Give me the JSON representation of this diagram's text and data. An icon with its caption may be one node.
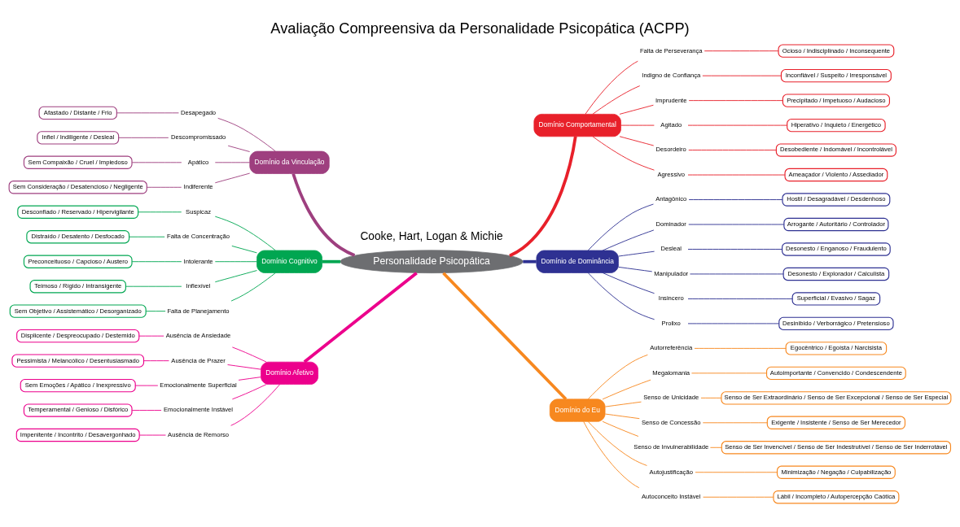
{
  "diagram": {
    "title": "Avaliação Compreensiva da Personalidade Psicopática (ACPP)",
    "nodes": [
      {
        "text": [
          "Personalidade Psicopática"
        ]
      },
      {
        "text": [
          "Domínio da Vinculação"
        ]
      },
      {
        "text": [
          "Desapegado"
        ]
      },
      {
        "text": [
          "Afastado / Distante / Frio"
        ]
      },
      {
        "text": [
          "Descompromissado"
        ]
      },
      {
        "text": [
          "Infiel / Indiligente / Desleal"
        ]
      },
      {
        "text": [
          "Apático"
        ]
      },
      {
        "text": [
          "Sem Compaixão / Cruel / Impiedoso"
        ]
      },
      {
        "text": [
          "Indiferente"
        ]
      },
      {
        "text": [
          "Sem Consideração / Desatencioso / Negligente"
        ]
      },
      {
        "text": [
          "Domínio Comportamental"
        ]
      },
      {
        "text": [
          "Falta de Perseverança"
        ]
      },
      {
        "text": [
          "Ocioso / Indisciplinado / Inconsequente"
        ]
      },
      {
        "text": [
          "Indigno de Confiança"
        ]
      },
      {
        "text": [
          "Inconfiável / Suspeito / Irresponsável"
        ]
      },
      {
        "text": [
          "Imprudente"
        ]
      },
      {
        "text": [
          "Precipitado / Impetuoso / Audacioso"
        ]
      },
      {
        "text": [
          "Agitado"
        ]
      },
      {
        "text": [
          "Hiperativo / Inquieto / Energético"
        ]
      },
      {
        "text": [
          "Desordeiro"
        ]
      },
      {
        "text": [
          "Desobediente / Indomável / Incontrolável"
        ]
      },
      {
        "text": [
          "Agressivo"
        ]
      },
      {
        "text": [
          "Ameaçador / Violento / Assediador"
        ]
      },
      {
        "text": [
          "Domínio Cognitivo"
        ]
      },
      {
        "text": [
          "Suspicaz"
        ]
      },
      {
        "text": [
          "Desconfiado / Reservado / Hipervigilante"
        ]
      },
      {
        "text": [
          "Falta de Concentração"
        ]
      },
      {
        "text": [
          "Distraído / Desatento / Desfocado"
        ]
      },
      {
        "text": [
          "Intolerante"
        ]
      },
      {
        "text": [
          "Preconceituoso / Capcioso / Austero"
        ]
      },
      {
        "text": [
          "Inflexível"
        ]
      },
      {
        "text": [
          "Teimoso / Rígido / Intransigente"
        ]
      },
      {
        "text": [
          "Falta de Planejamento"
        ]
      },
      {
        "text": [
          "Sem Objetivo / Assistemático / Desorganizado"
        ]
      },
      {
        "text": [
          "Domínio de Dominância"
        ]
      },
      {
        "text": [
          "Antagônico"
        ]
      },
      {
        "text": [
          "Hostil / Desagradável / Desdenhoso"
        ]
      },
      {
        "text": [
          "Dominador"
        ]
      },
      {
        "text": [
          "Arrogante / Autoritário / Controlador"
        ]
      },
      {
        "text": [
          "Desleal"
        ]
      },
      {
        "text": [
          "Desonesto / Enganoso / Fraudulento"
        ]
      },
      {
        "text": [
          "Manipulador"
        ]
      },
      {
        "text": [
          "Desonesto / Explorador / Calculista"
        ]
      },
      {
        "text": [
          "Insincero"
        ]
      },
      {
        "text": [
          "Superficial / Evasivo / Sagaz"
        ]
      },
      {
        "text": [
          "Prolixo"
        ]
      },
      {
        "text": [
          "Desinibido / Verborrágico / Pretensioso"
        ]
      },
      {
        "text": [
          "Domínio Afetivo"
        ]
      },
      {
        "text": [
          "Ausência de Ansiedade"
        ]
      },
      {
        "text": [
          "Displicente / Despreocupado / Destemido"
        ]
      },
      {
        "text": [
          "Ausência de Prazer"
        ]
      },
      {
        "text": [
          "Pessimista / Melancólico / Desentusiasmado"
        ]
      },
      {
        "text": [
          "Emocionalmente Superficial"
        ]
      },
      {
        "text": [
          "Sem Emoções / Apático / Inexpressivo"
        ]
      },
      {
        "text": [
          "Emocionalmente Instável"
        ]
      },
      {
        "text": [
          "Temperamental / Genioso / Disfórico"
        ]
      },
      {
        "text": [
          "Ausência de Remorso"
        ]
      },
      {
        "text": [
          "Impenitente / Incontrito / Desavergonhado"
        ]
      },
      {
        "text": [
          "Domínio do Eu"
        ]
      },
      {
        "text": [
          "Autorreferência"
        ]
      },
      {
        "text": [
          "Egocêntrico / Egoísta / Narcisista"
        ]
      },
      {
        "text": [
          "Megalomania"
        ]
      },
      {
        "text": [
          "Autoimportante / Convencido / Condescendente"
        ]
      },
      {
        "text": [
          "Senso de Unicidade"
        ]
      },
      {
        "text": [
          "Senso de Ser Extraordinário / Senso de Ser Excepcional / Senso de Ser Especial"
        ]
      },
      {
        "text": [
          "Senso de Concessão"
        ]
      },
      {
        "text": [
          "Exigente / Insistente / Senso de Ser Merecedor"
        ]
      },
      {
        "text": [
          "Senso de Invulnerabilidade"
        ]
      },
      {
        "text": [
          "Senso de Ser Invencível / Senso de Ser Indestrutível / Senso de Ser Inderrotável"
        ]
      },
      {
        "text": [
          "Autojustificação"
        ]
      },
      {
        "text": [
          "Minimização / Negação / Culpabilização"
        ]
      },
      {
        "text": [
          "Autoconceito Instável"
        ]
      },
      {
        "text": [
          "Lábil / Incompleto / Autopercepção Caótica"
        ]
      }
    ],
    "edges": [
      {
        "from": 1,
        "to": 0,
        "arrow": "none",
        "style": "thick",
        "color": "#9e3f7f"
      },
      {
        "from": 2,
        "to": 1,
        "arrow": "none",
        "color": "#9e3f7f"
      },
      {
        "from": 3,
        "to": 2,
        "arrow": "none",
        "color": "#9e3f7f"
      },
      {
        "from": 4,
        "to": 1,
        "arrow": "none",
        "color": "#9e3f7f"
      },
      {
        "from": 5,
        "to": 4,
        "arrow": "none",
        "color": "#9e3f7f"
      },
      {
        "from": 6,
        "to": 1,
        "arrow": "none",
        "color": "#9e3f7f"
      },
      {
        "from": 7,
        "to": 6,
        "arrow": "none",
        "color": "#9e3f7f"
      },
      {
        "from": 8,
        "to": 1,
        "arrow": "none",
        "color": "#9e3f7f"
      },
      {
        "from": 9,
        "to": 8,
        "arrow": "none",
        "color": "#9e3f7f"
      },
      {
        "from": 0,
        "to": 10,
        "arrow": "none",
        "style": "thick",
        "color": "#e8202a"
      },
      {
        "from": 10,
        "to": 11,
        "arrow": "none",
        "color": "#e8202a"
      },
      {
        "from": 11,
        "to": 12,
        "arrow": "none",
        "color": "#e8202a"
      },
      {
        "from": 10,
        "to": 13,
        "arrow": "none",
        "color": "#e8202a"
      },
      {
        "from": 13,
        "to": 14,
        "arrow": "none",
        "color": "#e8202a"
      },
      {
        "from": 10,
        "to": 15,
        "arrow": "none",
        "color": "#e8202a"
      },
      {
        "from": 15,
        "to": 16,
        "arrow": "none",
        "color": "#e8202a"
      },
      {
        "from": 10,
        "to": 17,
        "arrow": "none",
        "color": "#e8202a"
      },
      {
        "from": 17,
        "to": 18,
        "arrow": "none",
        "color": "#e8202a"
      },
      {
        "from": 10,
        "to": 19,
        "arrow": "none",
        "color": "#e8202a"
      },
      {
        "from": 19,
        "to": 20,
        "arrow": "none",
        "color": "#e8202a"
      },
      {
        "from": 10,
        "to": 21,
        "arrow": "none",
        "color": "#e8202a"
      },
      {
        "from": 21,
        "to": 22,
        "arrow": "none",
        "color": "#e8202a"
      },
      {
        "from": 23,
        "to": 0,
        "arrow": "none",
        "style": "thick",
        "color": "#00a651"
      },
      {
        "from": 24,
        "to": 23,
        "arrow": "none",
        "color": "#00a651"
      },
      {
        "from": 25,
        "to": 24,
        "arrow": "none",
        "color": "#00a651"
      },
      {
        "from": 26,
        "to": 23,
        "arrow": "none",
        "color": "#00a651"
      },
      {
        "from": 27,
        "to": 26,
        "arrow": "none",
        "color": "#00a651"
      },
      {
        "from": 28,
        "to": 23,
        "arrow": "none",
        "color": "#00a651"
      },
      {
        "from": 29,
        "to": 28,
        "arrow": "none",
        "color": "#00a651"
      },
      {
        "from": 30,
        "to": 23,
        "arrow": "none",
        "color": "#00a651"
      },
      {
        "from": 31,
        "to": 30,
        "arrow": "none",
        "color": "#00a651"
      },
      {
        "from": 32,
        "to": 23,
        "arrow": "none",
        "color": "#00a651"
      },
      {
        "from": 33,
        "to": 32,
        "arrow": "none",
        "color": "#00a651"
      },
      {
        "from": 0,
        "to": 34,
        "arrow": "none",
        "style": "thick",
        "color": "#2e3192"
      },
      {
        "from": 34,
        "to": 35,
        "arrow": "none",
        "color": "#2e3192"
      },
      {
        "from": 35,
        "to": 36,
        "arrow": "none",
        "color": "#2e3192"
      },
      {
        "from": 34,
        "to": 37,
        "arrow": "none",
        "color": "#2e3192"
      },
      {
        "from": 37,
        "to": 38,
        "arrow": "none",
        "color": "#2e3192"
      },
      {
        "from": 34,
        "to": 39,
        "arrow": "none",
        "color": "#2e3192"
      },
      {
        "from": 39,
        "to": 40,
        "arrow": "none",
        "color": "#2e3192"
      },
      {
        "from": 34,
        "to": 41,
        "arrow": "none",
        "color": "#2e3192"
      },
      {
        "from": 41,
        "to": 42,
        "arrow": "none",
        "color": "#2e3192"
      },
      {
        "from": 34,
        "to": 43,
        "arrow": "none",
        "color": "#2e3192"
      },
      {
        "from": 43,
        "to": 44,
        "arrow": "none",
        "color": "#2e3192"
      },
      {
        "from": 34,
        "to": 45,
        "arrow": "none",
        "color": "#2e3192"
      },
      {
        "from": 45,
        "to": 46,
        "arrow": "none",
        "color": "#2e3192"
      },
      {
        "from": 47,
        "to": 0,
        "arrow": "none",
        "style": "thick",
        "color": "#ec008c"
      },
      {
        "from": 48,
        "to": 47,
        "arrow": "none",
        "color": "#ec008c"
      },
      {
        "from": 49,
        "to": 48,
        "arrow": "none",
        "color": "#ec008c"
      },
      {
        "from": 50,
        "to": 47,
        "arrow": "none",
        "color": "#ec008c"
      },
      {
        "from": 51,
        "to": 50,
        "arrow": "none",
        "color": "#ec008c"
      },
      {
        "from": 52,
        "to": 47,
        "arrow": "none",
        "color": "#ec008c"
      },
      {
        "from": 53,
        "to": 52,
        "arrow": "none",
        "color": "#ec008c"
      },
      {
        "from": 54,
        "to": 47,
        "arrow": "none",
        "color": "#ec008c"
      },
      {
        "from": 55,
        "to": 54,
        "arrow": "none",
        "color": "#ec008c"
      },
      {
        "from": 56,
        "to": 47,
        "arrow": "none",
        "color": "#ec008c"
      },
      {
        "from": 57,
        "to": 56,
        "arrow": "none",
        "color": "#ec008c"
      },
      {
        "from": 0,
        "to": 58,
        "arrow": "none",
        "style": "thick",
        "color": "#f7881f"
      },
      {
        "from": 58,
        "to": 59,
        "arrow": "none",
        "color": "#f7881f"
      },
      {
        "from": 59,
        "to": 60,
        "arrow": "none",
        "color": "#f7881f"
      },
      {
        "from": 58,
        "to": 61,
        "arrow": "none",
        "color": "#f7881f"
      },
      {
        "from": 61,
        "to": 62,
        "arrow": "none",
        "color": "#f7881f"
      },
      {
        "from": 58,
        "to": 63,
        "arrow": "none",
        "color": "#f7881f"
      },
      {
        "from": 63,
        "to": 64,
        "arrow": "none",
        "color": "#f7881f"
      },
      {
        "from": 58,
        "to": 65,
        "arrow": "none",
        "color": "#f7881f"
      },
      {
        "from": 65,
        "to": 66,
        "arrow": "none",
        "color": "#f7881f"
      },
      {
        "from": 58,
        "to": 67,
        "arrow": "none",
        "color": "#f7881f"
      },
      {
        "from": 67,
        "to": 68,
        "arrow": "none",
        "color": "#f7881f"
      },
      {
        "from": 58,
        "to": 69,
        "arrow": "none",
        "color": "#f7881f"
      },
      {
        "from": 69,
        "to": 70,
        "arrow": "none",
        "color": "#f7881f"
      },
      {
        "from": 58,
        "to": 71,
        "arrow": "none",
        "color": "#f7881f"
      },
      {
        "from": 71,
        "to": 72,
        "arrow": "none",
        "color": "#f7881f"
      }
    ],
    "labels": [
      "Cooke, Hart, Logan & Michie"
    ]
  }
}
